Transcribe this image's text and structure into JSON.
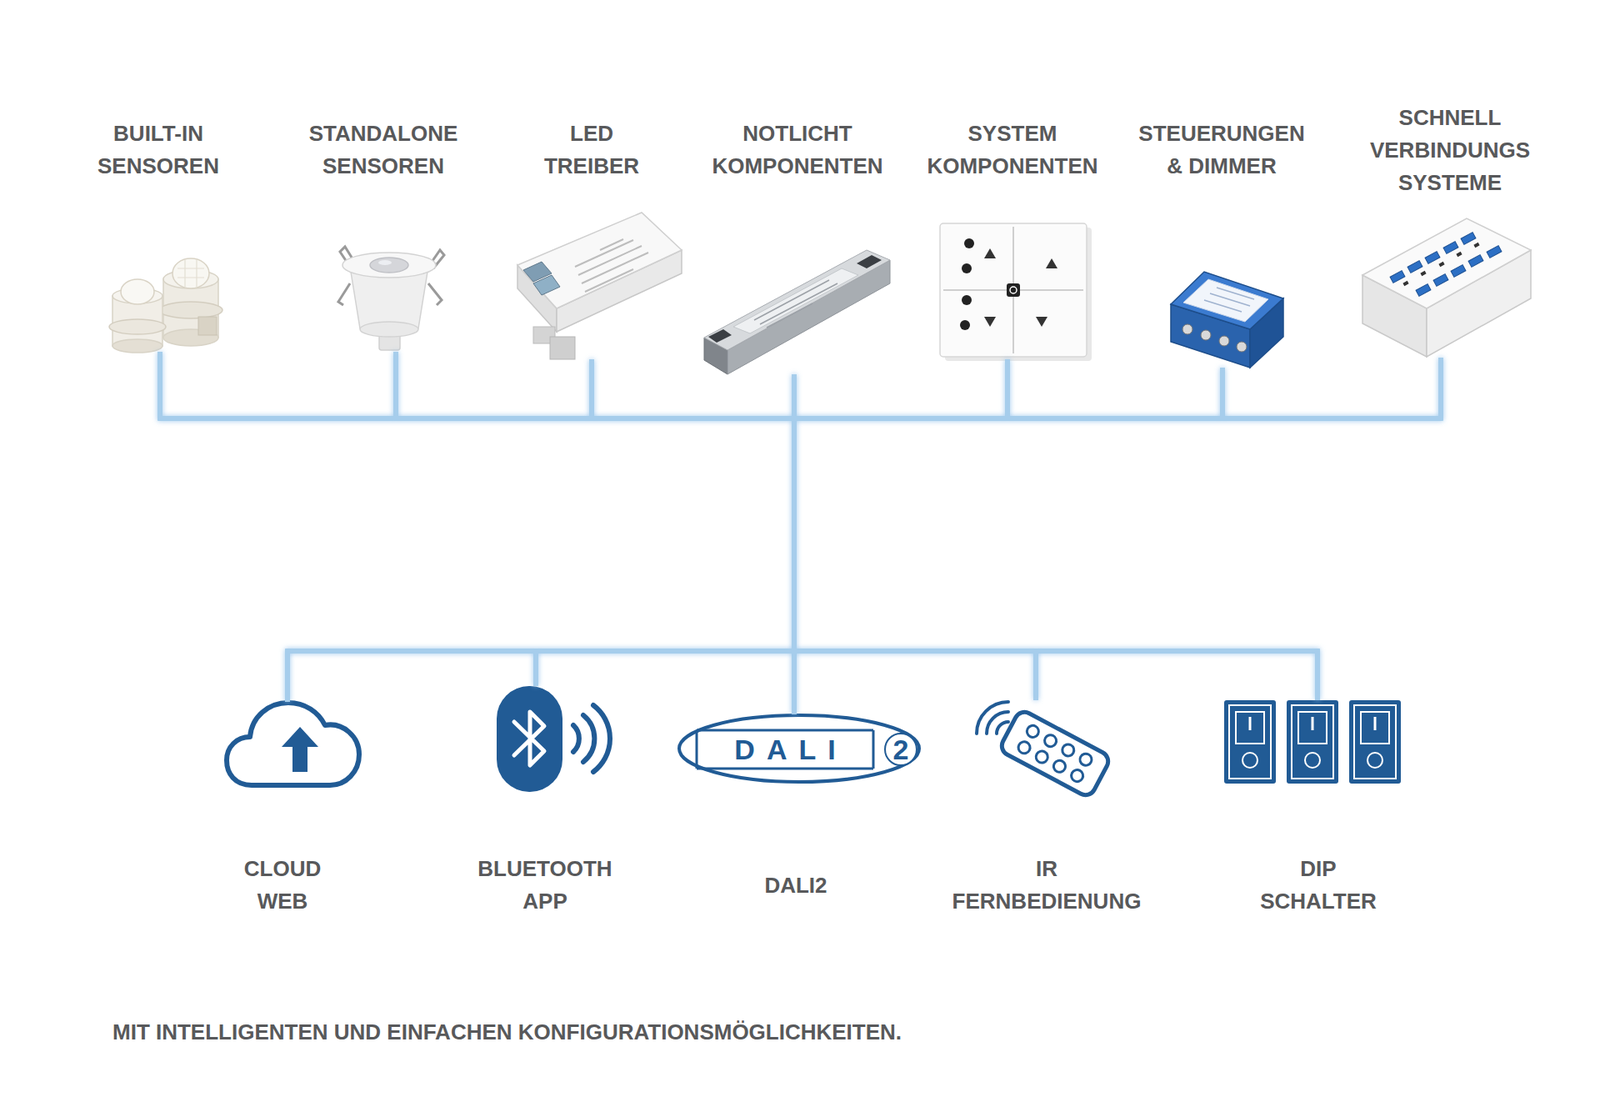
{
  "diagram": {
    "caption": "MIT INTELLIGENTEN UND EINFACHEN KONFIGURATIONSMÖGLICHKEITEN.",
    "nodes": [
      {
        "text": [
          "BUILT-IN SENSOREN"
        ]
      },
      {
        "text": [
          "STANDALONE SENSOREN"
        ]
      },
      {
        "text": [
          "LED TREIBER"
        ]
      },
      {
        "text": [
          "NOTLICHT KOMPONENTEN"
        ]
      },
      {
        "text": [
          "SYSTEM KOMPONENTEN"
        ]
      },
      {
        "text": [
          "STEUERUNGEN & DIMMER"
        ]
      },
      {
        "text": [
          "SCHNELL VERBINDUNGS SYSTEME"
        ]
      },
      {
        "text": [
          "CLOUD WEB"
        ]
      },
      {
        "text": [
          "BLUETOOTH APP"
        ]
      },
      {
        "text": [
          "DALI2"
        ]
      },
      {
        "text": [
          "IR FERNBEDIENUNG"
        ]
      },
      {
        "text": [
          "DIP SCHALTER"
        ]
      }
    ],
    "edges": [
      {
        "from": 0,
        "to": 7,
        "arrow": "none"
      },
      {
        "from": 0,
        "to": 8,
        "arrow": "none"
      },
      {
        "from": 0,
        "to": 9,
        "arrow": "none"
      },
      {
        "from": 0,
        "to": 10,
        "arrow": "none"
      },
      {
        "from": 0,
        "to": 11,
        "arrow": "none"
      },
      {
        "from": 1,
        "to": 7,
        "arrow": "none"
      },
      {
        "from": 1,
        "to": 8,
        "arrow": "none"
      },
      {
        "from": 1,
        "to": 9,
        "arrow": "none"
      },
      {
        "from": 1,
        "to": 10,
        "arrow": "none"
      },
      {
        "from": 1,
        "to": 11,
        "arrow": "none"
      },
      {
        "from": 2,
        "to": 7,
        "arrow": "none"
      },
      {
        "from": 2,
        "to": 8,
        "arrow": "none"
      },
      {
        "from": 2,
        "to": 9,
        "arrow": "none"
      },
      {
        "from": 2,
        "to": 10,
        "arrow": "none"
      },
      {
        "from": 2,
        "to": 11,
        "arrow": "none"
      },
      {
        "from": 3,
        "to": 7,
        "arrow": "none"
      },
      {
        "from": 3,
        "to": 8,
        "arrow": "none"
      },
      {
        "from": 3,
        "to": 9,
        "arrow": "none"
      },
      {
        "from": 3,
        "to": 10,
        "arrow": "none"
      },
      {
        "from": 3,
        "to": 11,
        "arrow": "none"
      },
      {
        "from": 4,
        "to": 7,
        "arrow": "none"
      },
      {
        "from": 4,
        "to": 8,
        "arrow": "none"
      },
      {
        "from": 4,
        "to": 9,
        "arrow": "none"
      },
      {
        "from": 4,
        "to": 10,
        "arrow": "none"
      },
      {
        "from": 4,
        "to": 11,
        "arrow": "none"
      },
      {
        "from": 5,
        "to": 7,
        "arrow": "none"
      },
      {
        "from": 5,
        "to": 8,
        "arrow": "none"
      },
      {
        "from": 5,
        "to": 9,
        "arrow": "none"
      },
      {
        "from": 5,
        "to": 10,
        "arrow": "none"
      },
      {
        "from": 5,
        "to": 11,
        "arrow": "none"
      },
      {
        "from": 6,
        "to": 7,
        "arrow": "none"
      },
      {
        "from": 6,
        "to": 8,
        "arrow": "none"
      },
      {
        "from": 6,
        "to": 9,
        "arrow": "none"
      },
      {
        "from": 6,
        "to": 10,
        "arrow": "none"
      },
      {
        "from": 6,
        "to": 11,
        "arrow": "none"
      }
    ],
    "labels": [
      "DALI",
      "2"
    ]
  }
}
